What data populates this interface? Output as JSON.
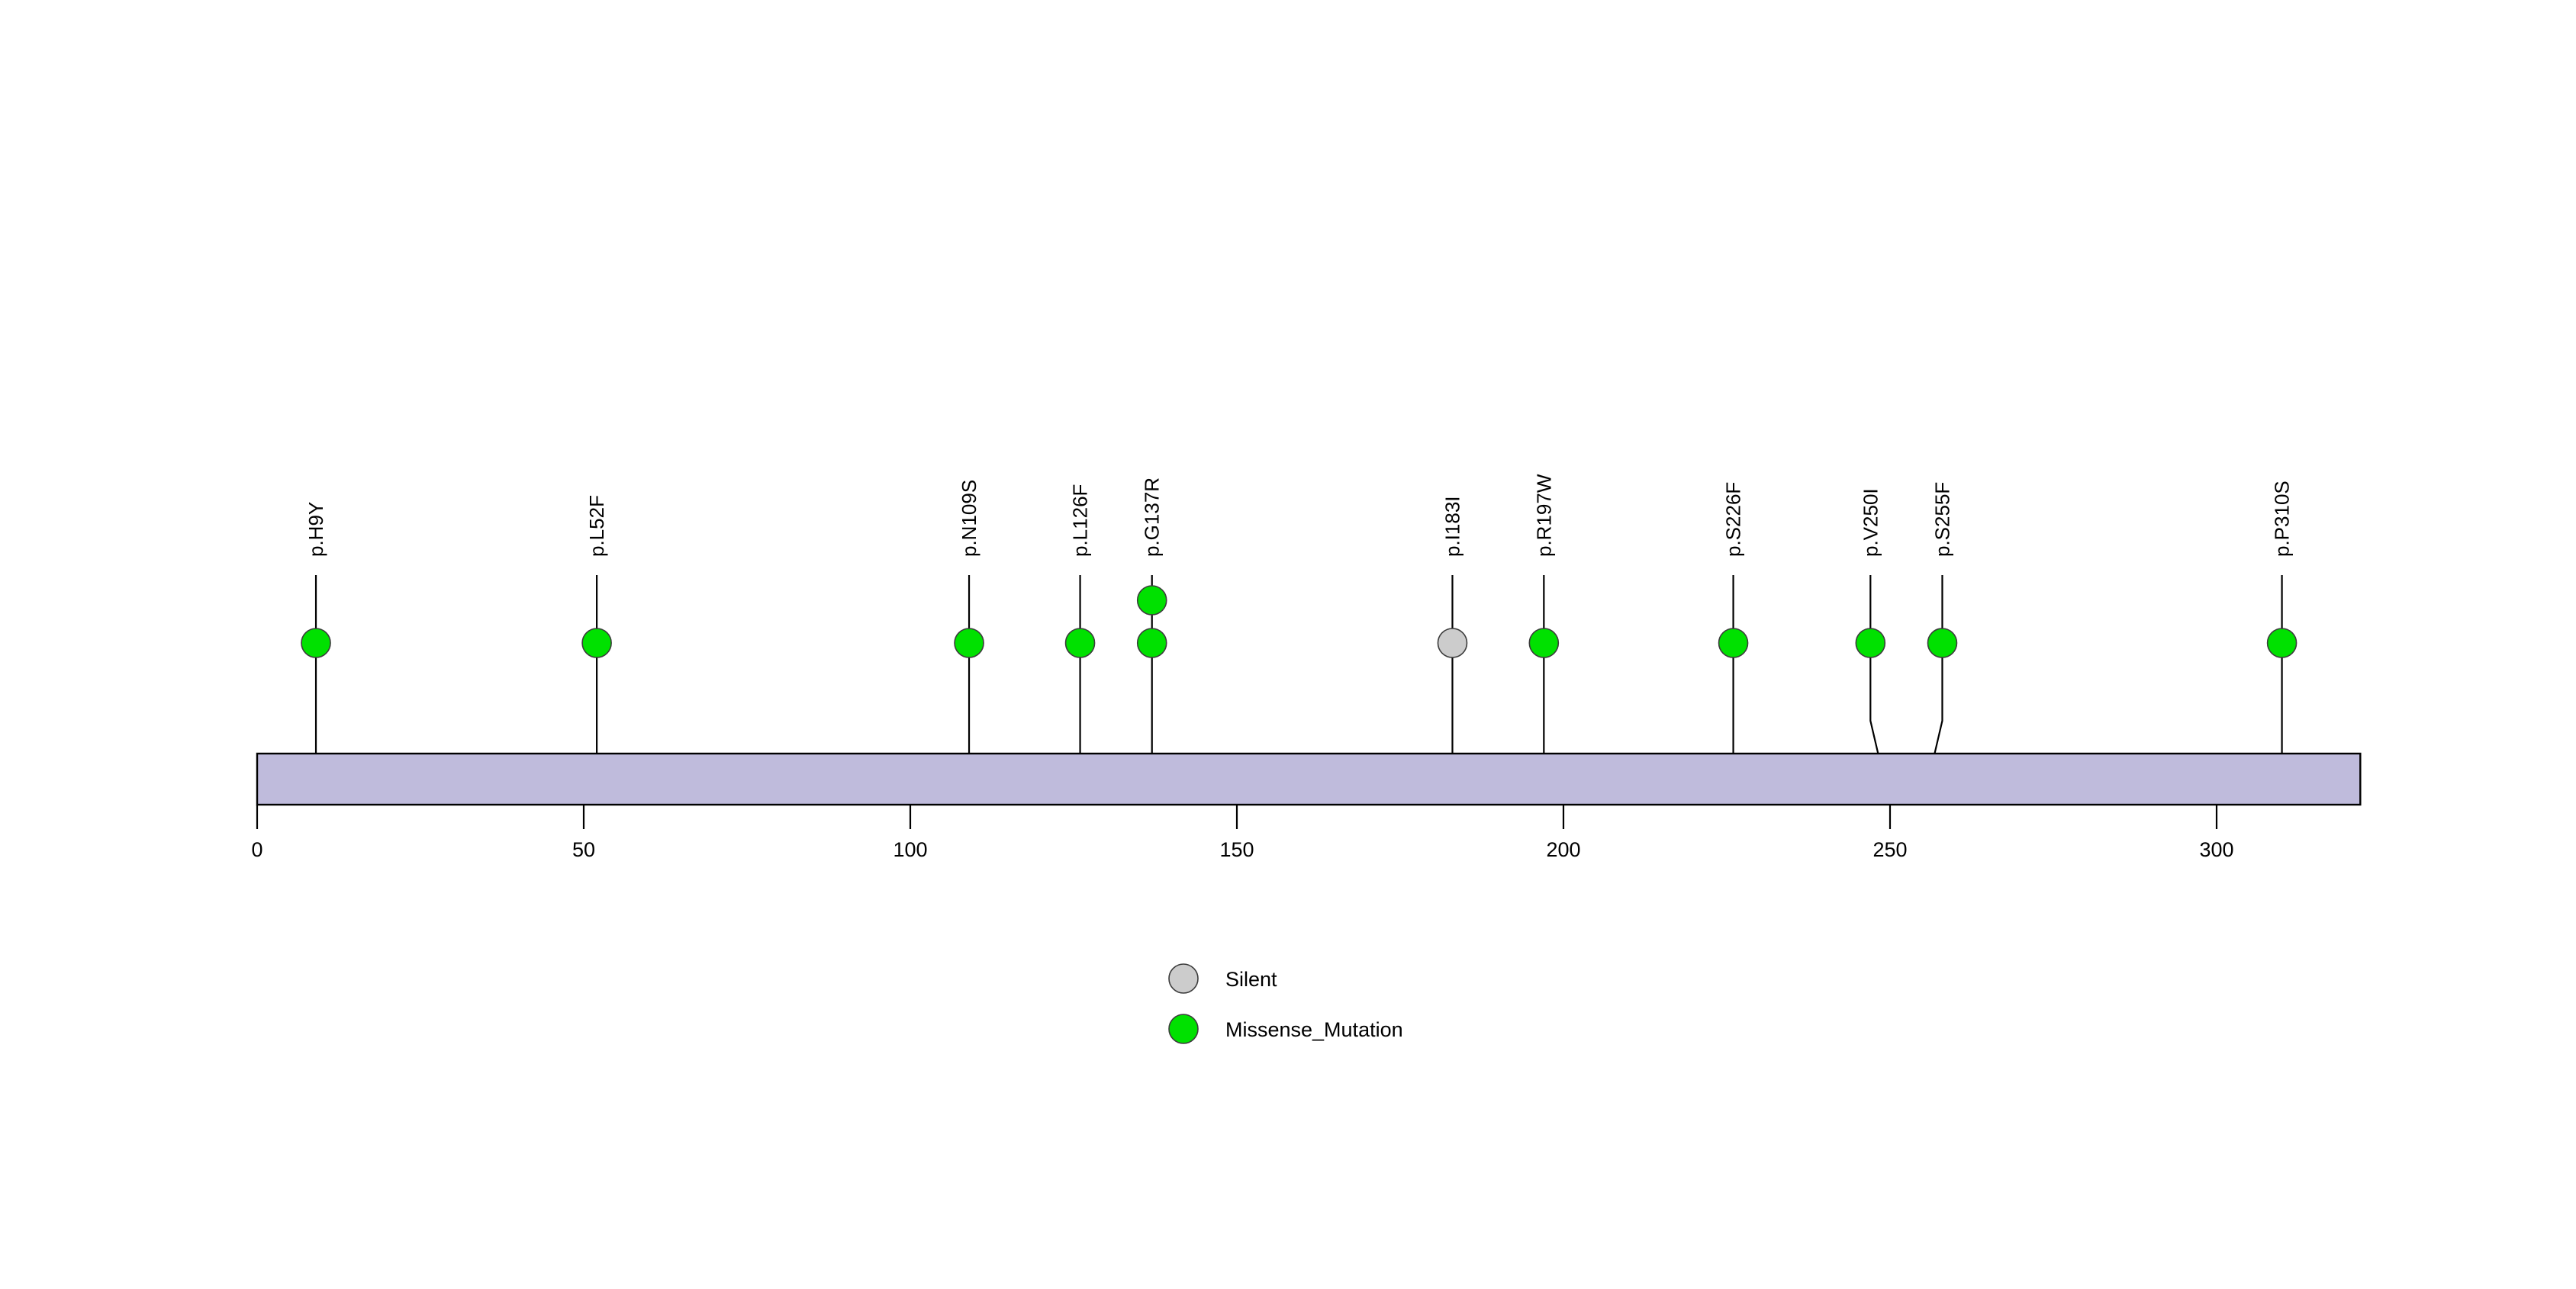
{
  "chart_data": {
    "type": "lollipop",
    "title": "",
    "xlabel": "",
    "ylabel": "",
    "xlim": [
      0,
      322
    ],
    "grid": false,
    "protein": {
      "name": "",
      "start": 0,
      "end": 322,
      "bar_color": "#bfbbdc",
      "border_color": "#000000"
    },
    "axis": {
      "ticks": [
        0,
        50,
        100,
        150,
        200,
        250,
        300
      ],
      "tick_labels": [
        "0",
        "50",
        "100",
        "150",
        "200",
        "250",
        "300"
      ]
    },
    "categories": [
      "p.H9Y",
      "p.L52F",
      "p.N109S",
      "p.L126F",
      "p.G137R",
      "p.I183I",
      "p.R197W",
      "p.S226F",
      "p.V250I",
      "p.S255F",
      "p.P310S"
    ],
    "values": [
      1,
      1,
      1,
      1,
      2,
      1,
      1,
      1,
      1,
      1,
      1
    ],
    "mutations": [
      {
        "label": "p.H9Y",
        "position": 9,
        "count": 1,
        "class": "Missense_Mutation",
        "color": "#00e100",
        "label_x": 9,
        "stem_bend": 0
      },
      {
        "label": "p.L52F",
        "position": 52,
        "count": 1,
        "class": "Missense_Mutation",
        "color": "#00e100",
        "label_x": 52,
        "stem_bend": 0
      },
      {
        "label": "p.N109S",
        "position": 109,
        "count": 1,
        "class": "Missense_Mutation",
        "color": "#00e100",
        "label_x": 109,
        "stem_bend": 0
      },
      {
        "label": "p.L126F",
        "position": 126,
        "count": 1,
        "class": "Missense_Mutation",
        "color": "#00e100",
        "label_x": 126,
        "stem_bend": 0
      },
      {
        "label": "p.G137R",
        "position": 137,
        "count": 2,
        "class": "Missense_Mutation",
        "color": "#00e100",
        "label_x": 137,
        "stem_bend": 0
      },
      {
        "label": "p.I183I",
        "position": 183,
        "count": 1,
        "class": "Silent",
        "color": "#cccccc",
        "label_x": 183,
        "stem_bend": 0
      },
      {
        "label": "p.R197W",
        "position": 197,
        "count": 1,
        "class": "Missense_Mutation",
        "color": "#00e100",
        "label_x": 197,
        "stem_bend": 0
      },
      {
        "label": "p.S226F",
        "position": 226,
        "count": 1,
        "class": "Missense_Mutation",
        "color": "#00e100",
        "label_x": 226,
        "stem_bend": 0
      },
      {
        "label": "p.V250I",
        "position": 250,
        "count": 1,
        "class": "Missense_Mutation",
        "color": "#00e100",
        "label_x": 247,
        "stem_bend": -3
      },
      {
        "label": "p.S255F",
        "position": 255,
        "count": 1,
        "class": "Missense_Mutation",
        "color": "#00e100",
        "label_x": 258,
        "stem_bend": 3
      },
      {
        "label": "p.P310S",
        "position": 310,
        "count": 1,
        "class": "Missense_Mutation",
        "color": "#00e100",
        "label_x": 310,
        "stem_bend": 0
      }
    ],
    "legend": {
      "position": "bottom-center",
      "entries": [
        {
          "label": "Silent",
          "color": "#cccccc"
        },
        {
          "label": "Missense_Mutation",
          "color": "#00e100"
        }
      ]
    }
  }
}
